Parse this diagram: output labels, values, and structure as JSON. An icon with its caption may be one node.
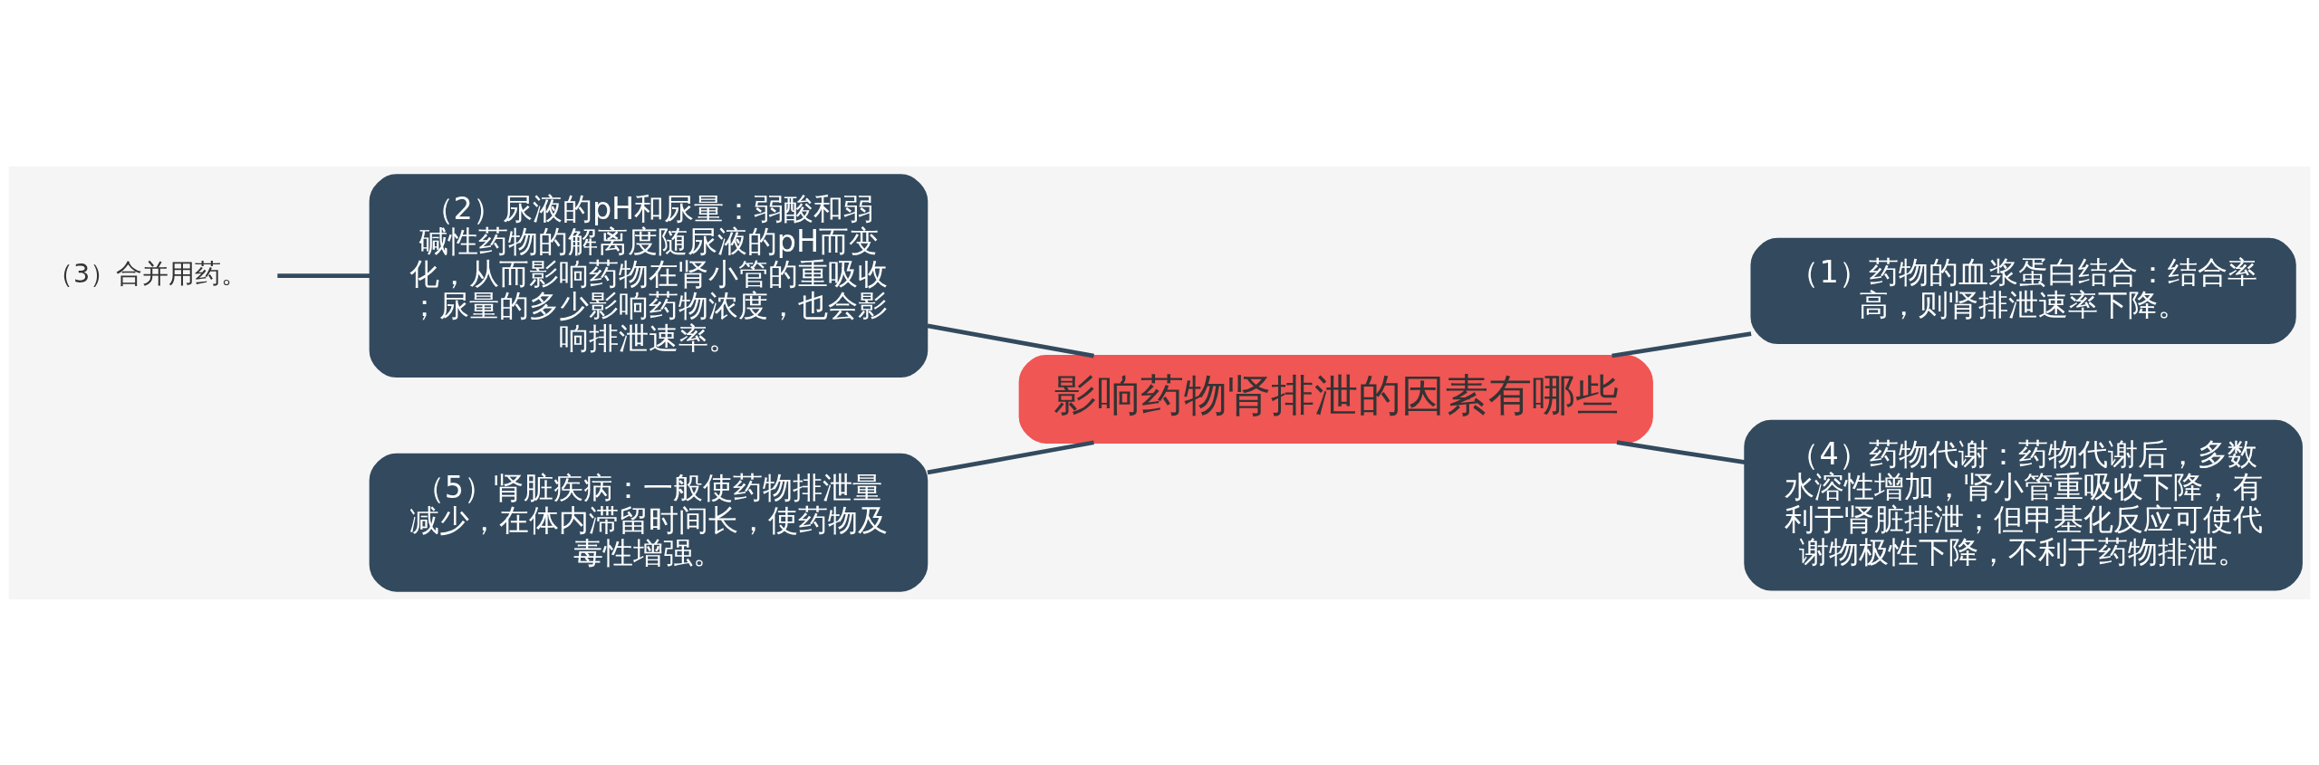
{
  "diagram": {
    "nodes": [
      {
        "text": [
          "影响药物肾排泄的因素有哪些"
        ]
      },
      {
        "text": [
          "（2）尿液的pH和尿量：弱酸和弱碱性药物的解离度随尿液的pH而变化，从而影响药物在肾小管的重吸收；尿量的多少影响药物浓度，也会影响排泄速率。"
        ]
      },
      {
        "text": [
          "（3）合并用药。"
        ]
      },
      {
        "text": [
          "（5）肾脏疾病：一般使药物排泄量减少，在体内滞留时间长，使药物及毒性增强。"
        ]
      },
      {
        "text": [
          "（1）药物的血浆蛋白结合：结合率高，则肾排泄速率下降。"
        ]
      },
      {
        "text": [
          "（4）药物代谢：药物代谢后，多数水溶性增加，肾小管重吸收下降，有利于肾脏排泄；但甲基化反应可使代谢物极性下降，不利于药物排泄。"
        ]
      }
    ],
    "edges": [
      {
        "from": 1,
        "to": 0,
        "arrow": "none"
      },
      {
        "from": 2,
        "to": 1,
        "arrow": "none"
      },
      {
        "from": 3,
        "to": 0,
        "arrow": "none"
      },
      {
        "from": 0,
        "to": 4,
        "arrow": "none"
      },
      {
        "from": 0,
        "to": 5,
        "arrow": "none"
      }
    ]
  }
}
